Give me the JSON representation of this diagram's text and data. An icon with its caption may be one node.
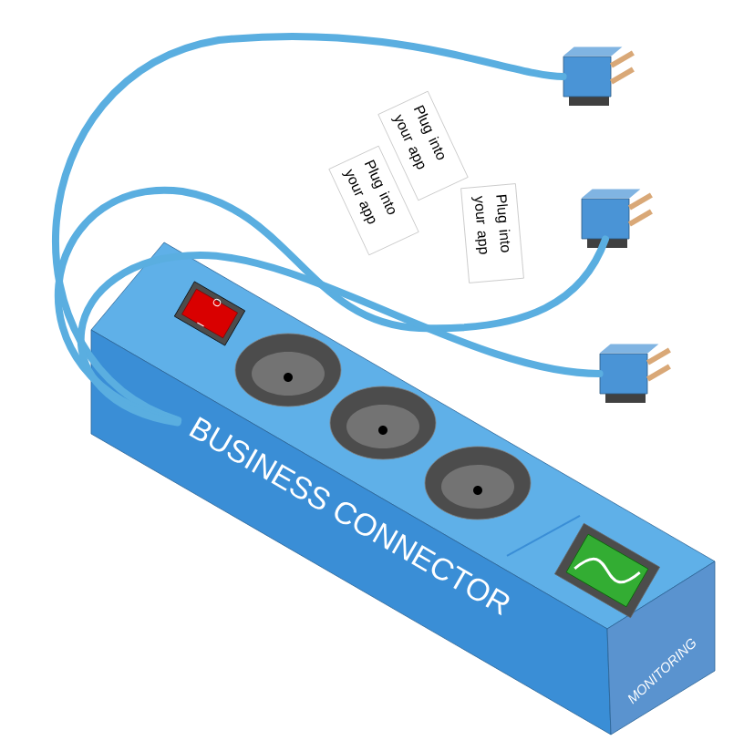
{
  "diagram": {
    "nodes": [
      {
        "text": [
          "BUSINESS CONNECTOR",
          "MONITORING"
        ]
      },
      {
        "text": [],
        "shape": "picture"
      },
      {
        "text": [],
        "shape": "picture"
      },
      {
        "text": [],
        "shape": "picture"
      },
      {
        "text": [
          "Plug into your app"
        ]
      },
      {
        "text": [
          "Plug into your app"
        ]
      },
      {
        "text": [
          "Plug into your app"
        ]
      }
    ],
    "edges": [
      {
        "from": 0,
        "to": 1,
        "arrow": "none"
      },
      {
        "from": 0,
        "to": 2,
        "arrow": "none"
      },
      {
        "from": 0,
        "to": 3,
        "arrow": "none"
      }
    ],
    "labels": [
      "O",
      "I"
    ]
  }
}
